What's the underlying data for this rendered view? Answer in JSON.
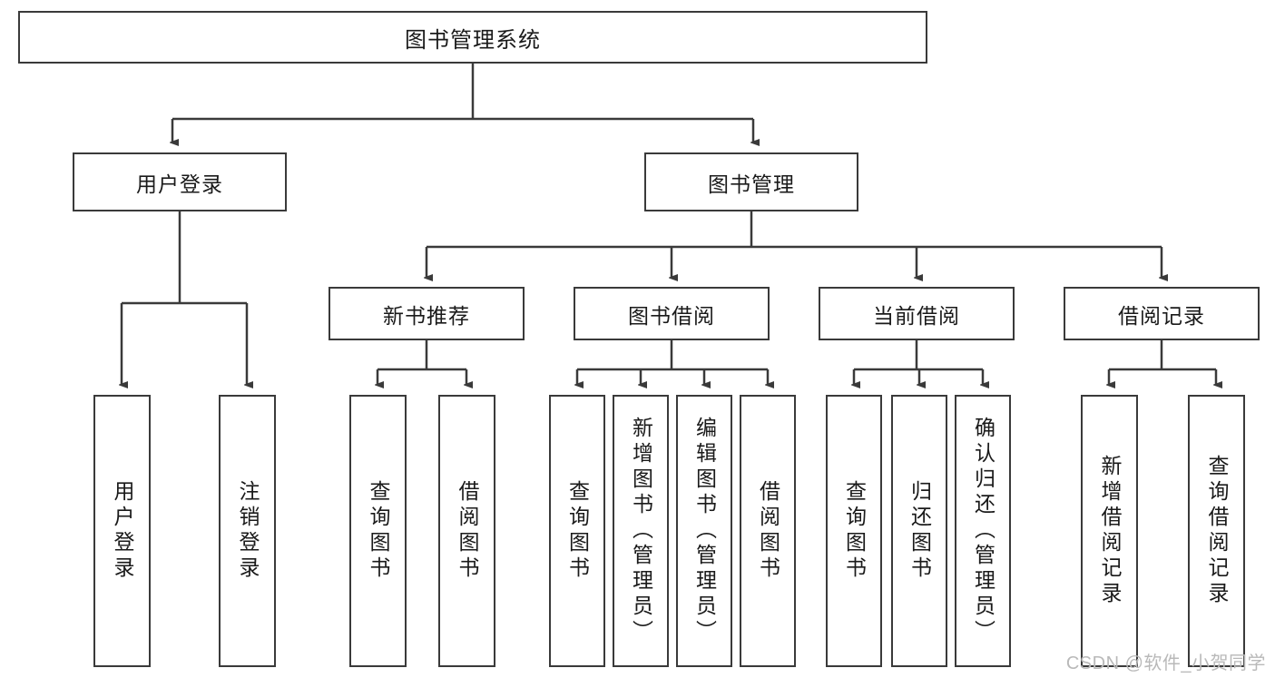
{
  "diagram": {
    "title": "图书管理系统",
    "type": "tree",
    "root": {
      "label": "图书管理系统"
    },
    "level2": [
      {
        "label": "用户登录"
      },
      {
        "label": "图书管理"
      }
    ],
    "level3": [
      {
        "label": "新书推荐"
      },
      {
        "label": "图书借阅"
      },
      {
        "label": "当前借阅"
      },
      {
        "label": "借阅记录"
      }
    ],
    "leaves": {
      "user_login": [
        {
          "label": "用户登录"
        },
        {
          "label": "注销登录"
        }
      ],
      "new_book_recommend": [
        {
          "label": "查询图书"
        },
        {
          "label": "借阅图书"
        }
      ],
      "book_borrow": [
        {
          "label": "查询图书"
        },
        {
          "label": "新增图书（管理员）"
        },
        {
          "label": "编辑图书（管理员）"
        },
        {
          "label": "借阅图书"
        }
      ],
      "current_borrow": [
        {
          "label": "查询图书"
        },
        {
          "label": "归还图书"
        },
        {
          "label": "确认归还（管理员）"
        }
      ],
      "borrow_record": [
        {
          "label": "新增借阅记录"
        },
        {
          "label": "查询借阅记录"
        }
      ]
    }
  },
  "watermark": {
    "text": "CSDN @软件_小贺同学"
  },
  "colors": {
    "stroke": "#3a3a3a",
    "text": "#1a1a1a",
    "background": "#ffffff",
    "watermark": "#b9b9b9"
  }
}
